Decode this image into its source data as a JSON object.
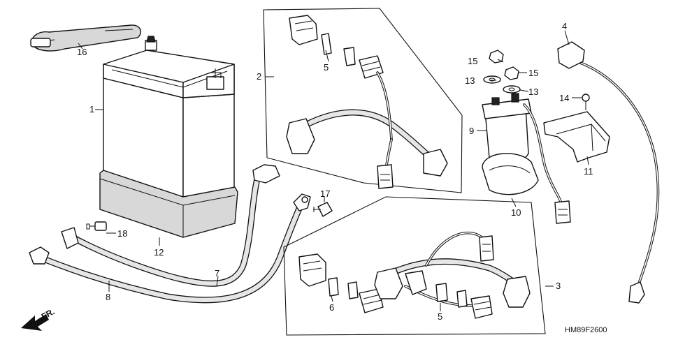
{
  "diagram": {
    "callouts": {
      "battery": "1",
      "harness_top": "2",
      "harness_bottom": "3",
      "cable_right": "4",
      "connector_top": "5",
      "connector_bottom": "5",
      "connector_left": "6",
      "cable_7": "7",
      "cable_8": "8",
      "starter_relay": "9",
      "relay_cover": "10",
      "bracket": "11",
      "battery_pad": "12",
      "washer_upper": "13",
      "washer_lower": "13",
      "screw_14": "14",
      "nut_left": "15",
      "nut_right": "15",
      "band": "16",
      "bolt_17": "17",
      "bolt_18": "18"
    },
    "direction_label": "FR.",
    "figure_code": "HM89F2600"
  }
}
